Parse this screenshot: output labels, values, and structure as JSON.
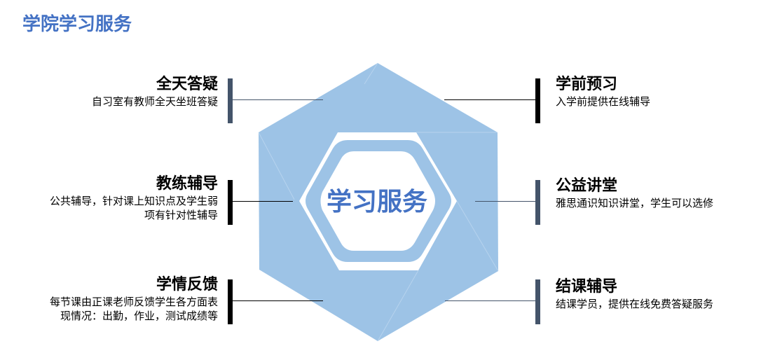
{
  "header": {
    "title": "学院学习服务"
  },
  "center": {
    "label": "学习服务"
  },
  "colors": {
    "accent": "#4472c4",
    "hex_fill": "#9dc3e6",
    "bar_slate": "#44546a",
    "bar_black": "#000000"
  },
  "items": {
    "left": [
      {
        "title": "全天答疑",
        "desc": [
          "自习室有教师全天坐班答疑"
        ]
      },
      {
        "title": "教练辅导",
        "desc": [
          "公共辅导，针对课上知识点及学生弱",
          "项有针对性辅导"
        ]
      },
      {
        "title": "学情反馈",
        "desc": [
          "每节课由正课老师反馈学生各方面表",
          "现情况：出勤，作业，测试成绩等"
        ]
      }
    ],
    "right": [
      {
        "title": "学前预习",
        "desc": [
          "入学前提供在线辅导"
        ]
      },
      {
        "title": "公益讲堂",
        "desc": [
          "雅思通识知识讲堂，学生可以选修"
        ]
      },
      {
        "title": "结课辅导",
        "desc": [
          "结课学员，提供在线免费答疑服务"
        ]
      }
    ]
  }
}
